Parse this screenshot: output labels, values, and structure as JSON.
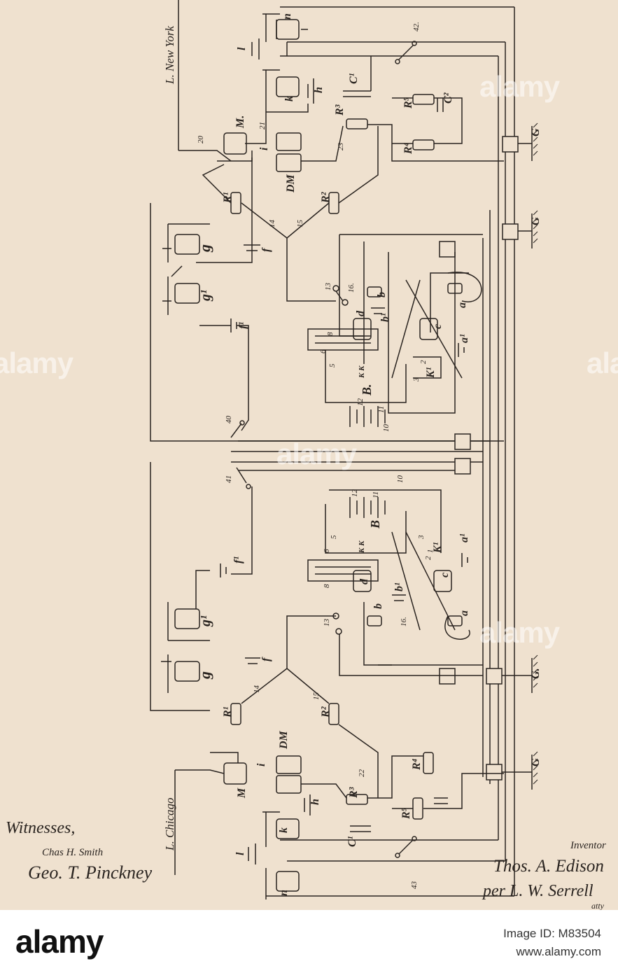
{
  "labels": {
    "line_ny": "L. New York",
    "line_chicago": "L. Chicago",
    "witnesses": "Witnesses,",
    "witness_1": "Chas H. Smith",
    "witness_2": "Geo. T. Pinckney",
    "inventor_title": "Inventor",
    "inventor_name": "Thos. A. Edison",
    "attorney": "per L. W. Serrell",
    "attorney_suffix": "atty",
    "ground": "G",
    "ground_dot": "G.",
    "battery_B": "B.",
    "battery_B2": "B",
    "n": "n",
    "l": "l",
    "k": "k",
    "h": "h",
    "M": "M.",
    "M2": "M",
    "DM": "DM",
    "i": "i",
    "R1": "R¹",
    "R2": "R²",
    "R3": "R³",
    "R4": "R⁴",
    "R5": "R⁵",
    "C1": "C¹",
    "C2": "C²",
    "f": "f",
    "g": "g",
    "g1": "g¹",
    "f1": "f¹",
    "a": "a",
    "a1": "a¹",
    "b": "b",
    "b1": "b¹",
    "c": "c",
    "d": "d",
    "K": "K",
    "K1": "K¹",
    "KK": "K K",
    "n10": "10",
    "n11": "11",
    "n12": "12",
    "n13": "13",
    "n14": "14",
    "n15": "15",
    "n16": "16.",
    "n20": "20",
    "n21": "21",
    "n22": "22",
    "n23": "23",
    "n40": "40",
    "n41": "41",
    "n42": "42.",
    "n43": "43",
    "n1": "1",
    "n2": "2",
    "n3": "3",
    "n5": "5",
    "n6": "6",
    "n8": "8"
  },
  "footer": {
    "brand": "alamy",
    "image_id": "Image ID: M83504",
    "site": "www.alamy.com"
  },
  "watermark": "alamy",
  "colors": {
    "paper": "#efe1cf",
    "ink": "#2a2420",
    "footer_bg": "#ffffff"
  }
}
